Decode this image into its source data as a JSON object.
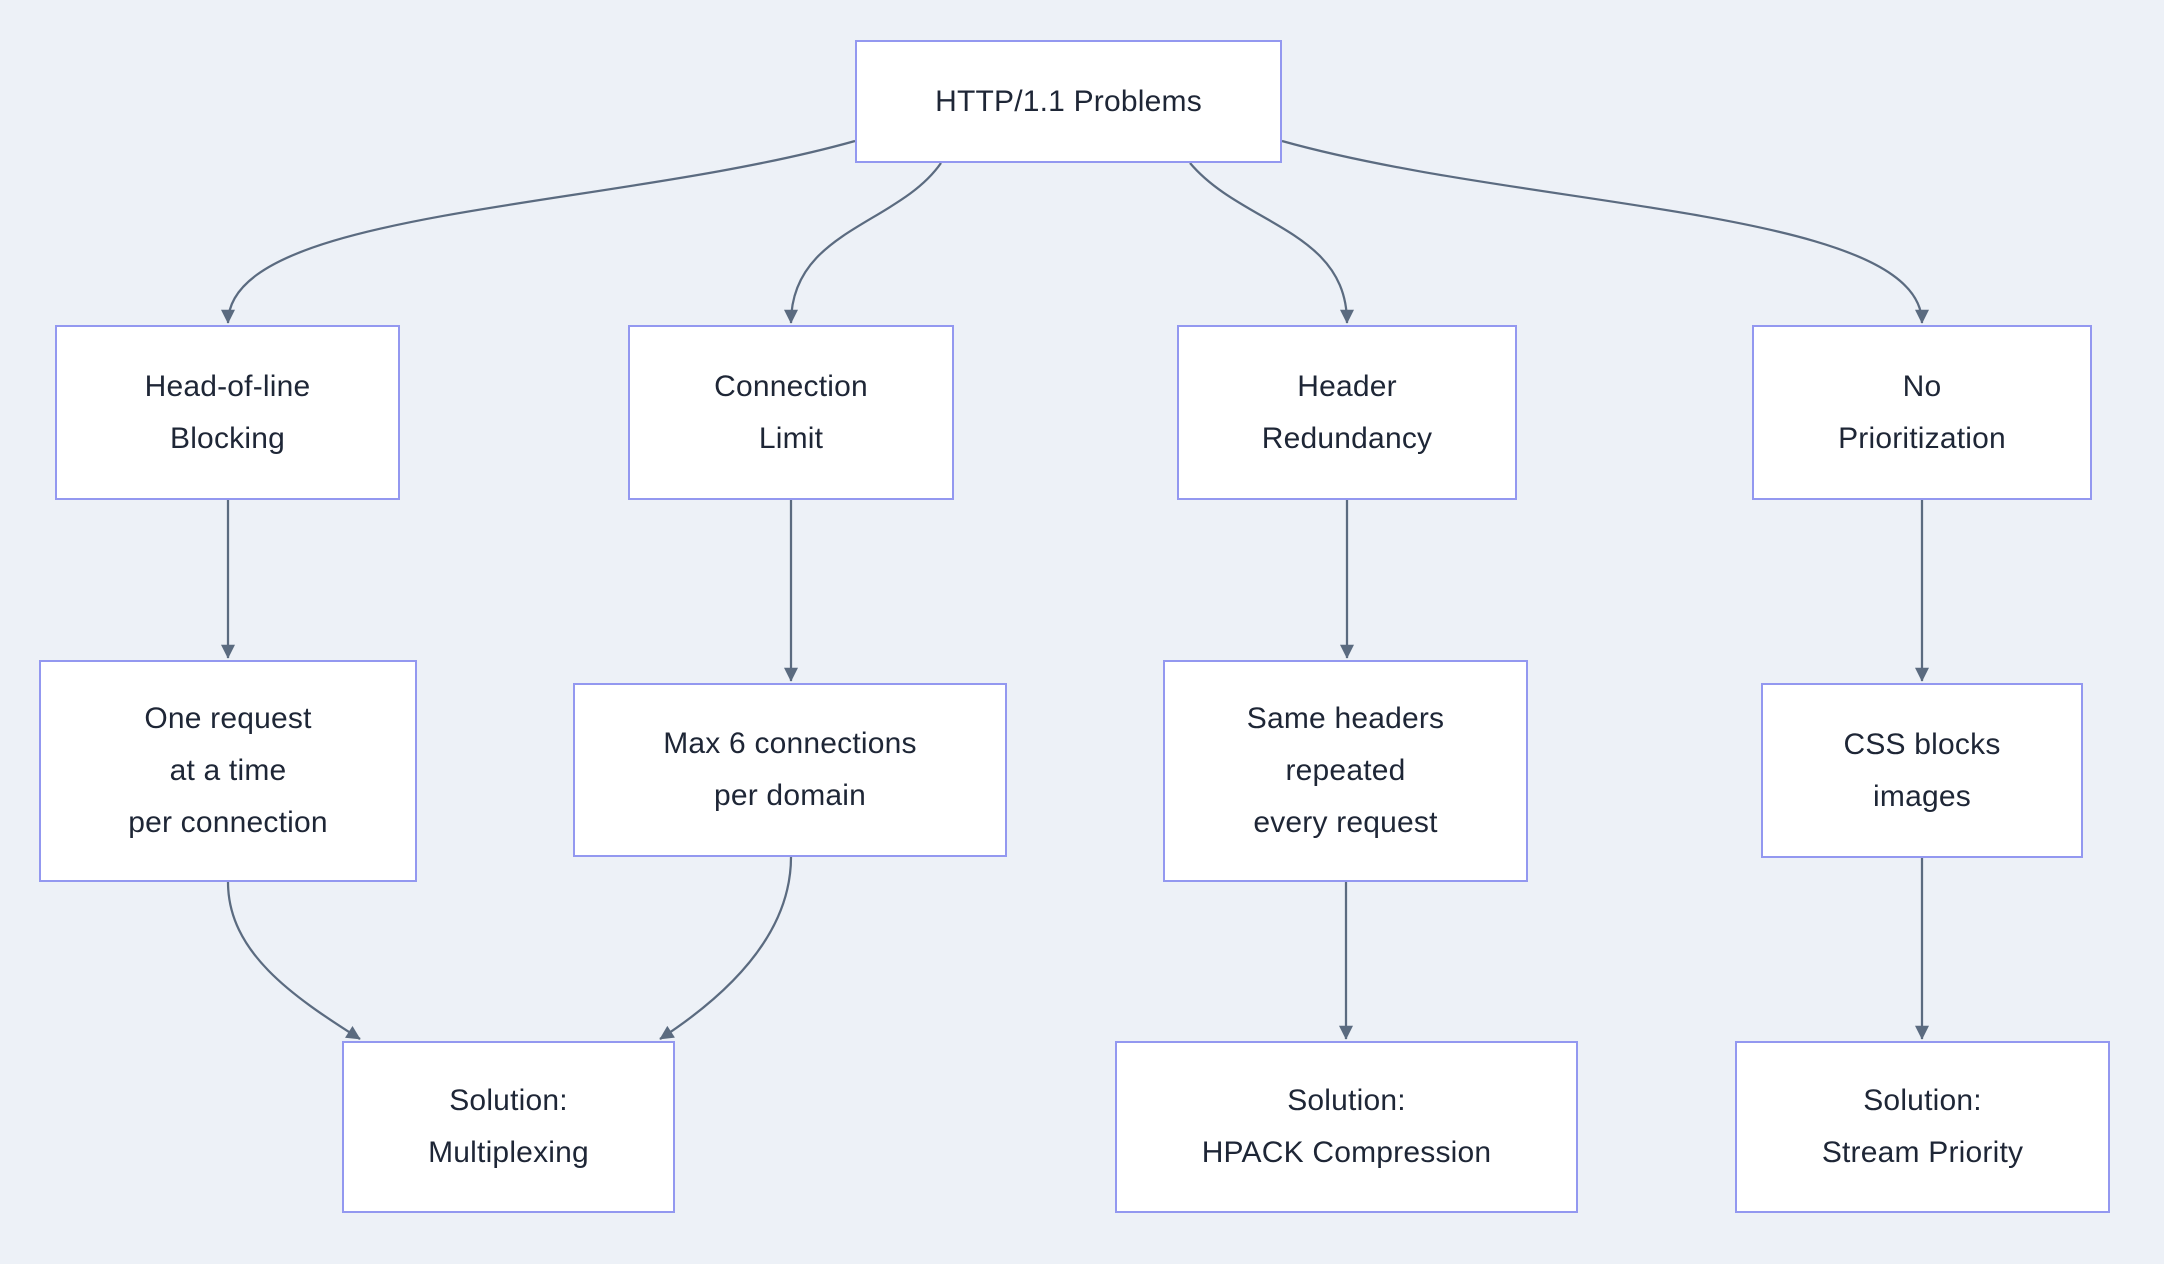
{
  "diagram": {
    "type": "flowchart",
    "direction": "top-down"
  },
  "colors": {
    "background": "#edf1f7",
    "node_fill": "#ffffff",
    "node_border": "#9398f0",
    "node_text": "#1e2636",
    "edge": "#5b6b80"
  },
  "nodes": {
    "root": {
      "label": "HTTP/1.1 Problems"
    },
    "problem1": {
      "label": "Head-of-line\nBlocking"
    },
    "problem2": {
      "label": "Connection\nLimit"
    },
    "problem3": {
      "label": "Header\nRedundancy"
    },
    "problem4": {
      "label": "No\nPrioritization"
    },
    "detail1": {
      "label": "One request\nat a time\nper connection"
    },
    "detail2": {
      "label": "Max 6 connections\nper domain"
    },
    "detail3": {
      "label": "Same headers\nrepeated\nevery request"
    },
    "detail4": {
      "label": "CSS blocks\nimages"
    },
    "solution1": {
      "label": "Solution:\nMultiplexing"
    },
    "solution2": {
      "label": "Solution:\nHPACK Compression"
    },
    "solution3": {
      "label": "Solution:\nStream Priority"
    }
  },
  "edges": [
    {
      "from": "HTTP/1.1 Problems",
      "to": "Head-of-line Blocking"
    },
    {
      "from": "HTTP/1.1 Problems",
      "to": "Connection Limit"
    },
    {
      "from": "HTTP/1.1 Problems",
      "to": "Header Redundancy"
    },
    {
      "from": "HTTP/1.1 Problems",
      "to": "No Prioritization"
    },
    {
      "from": "Head-of-line Blocking",
      "to": "One request at a time per connection"
    },
    {
      "from": "Connection Limit",
      "to": "Max 6 connections per domain"
    },
    {
      "from": "Header Redundancy",
      "to": "Same headers repeated every request"
    },
    {
      "from": "No Prioritization",
      "to": "CSS blocks images"
    },
    {
      "from": "One request at a time per connection",
      "to": "Solution: Multiplexing"
    },
    {
      "from": "Max 6 connections per domain",
      "to": "Solution: Multiplexing"
    },
    {
      "from": "Same headers repeated every request",
      "to": "Solution: HPACK Compression"
    },
    {
      "from": "CSS blocks images",
      "to": "Solution: Stream Priority"
    }
  ]
}
